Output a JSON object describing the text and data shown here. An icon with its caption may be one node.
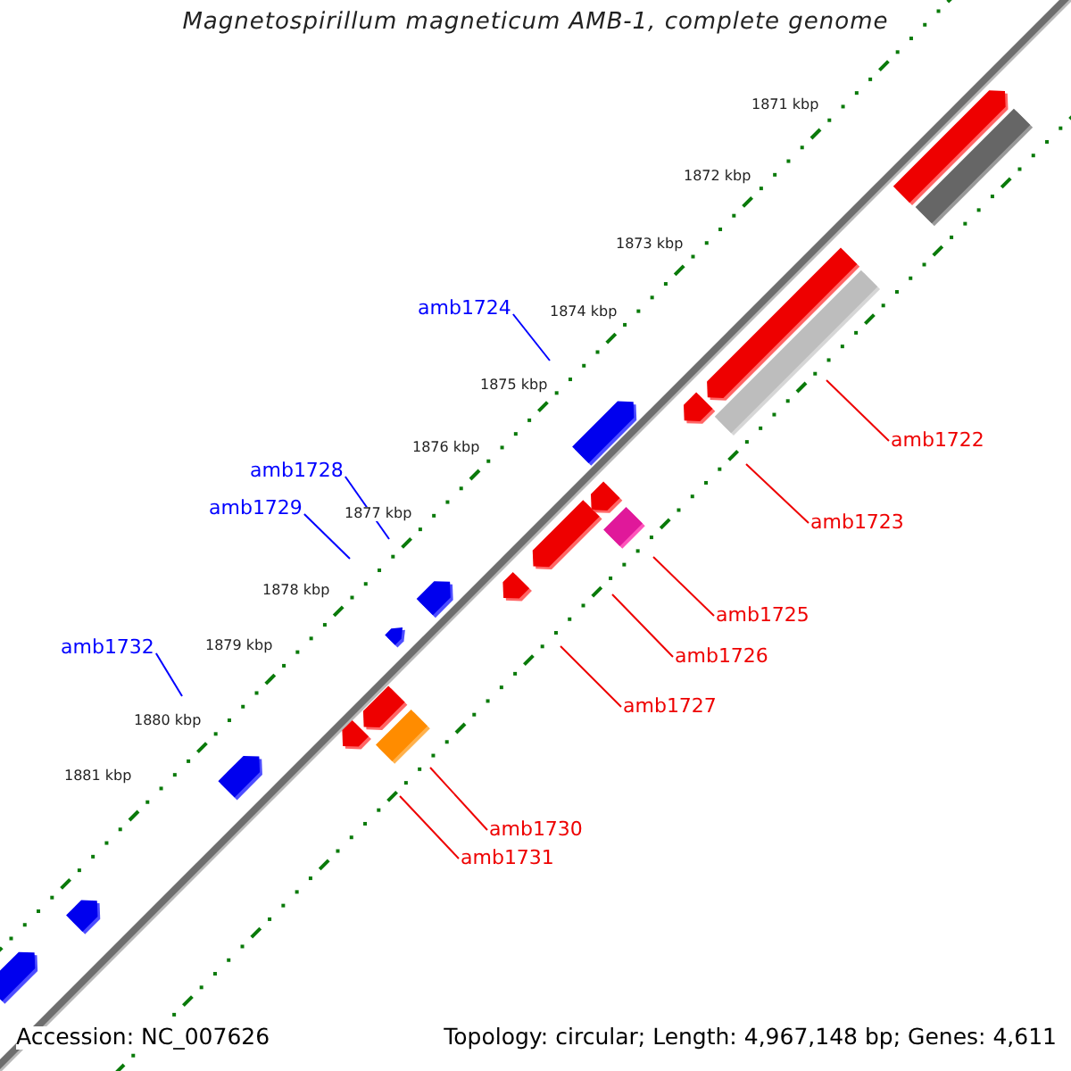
{
  "diagram": {
    "title": "Magnetospirillum magneticum AMB-1, complete genome",
    "nodes": [
      {
        "text": [
          "amb1724"
        ]
      },
      {
        "text": [
          "amb1728"
        ]
      },
      {
        "text": [
          "amb1729"
        ]
      },
      {
        "text": [
          "amb1732"
        ]
      },
      {
        "text": [
          "amb1722"
        ]
      },
      {
        "text": [
          "amb1723"
        ]
      },
      {
        "text": [
          "amb1725"
        ]
      },
      {
        "text": [
          "amb1726"
        ]
      },
      {
        "text": [
          "amb1727"
        ]
      },
      {
        "text": [
          "amb1730"
        ]
      },
      {
        "text": [
          "amb1731"
        ]
      }
    ],
    "edges": [
      {
        "from": 0,
        "to": null,
        "arrow": "none",
        "color": "#0000ff"
      },
      {
        "from": 1,
        "to": null,
        "arrow": "none",
        "color": "#0000ff"
      },
      {
        "from": 2,
        "to": null,
        "arrow": "none",
        "color": "#0000ff"
      },
      {
        "from": 3,
        "to": null,
        "arrow": "none",
        "color": "#0000ff"
      },
      {
        "from": 4,
        "to": null,
        "arrow": "none"
      },
      {
        "from": 5,
        "to": null,
        "arrow": "none"
      },
      {
        "from": 6,
        "to": null,
        "arrow": "none"
      },
      {
        "from": 7,
        "to": null,
        "arrow": "none"
      },
      {
        "from": 8,
        "to": null,
        "arrow": "none"
      },
      {
        "from": 9,
        "to": null,
        "arrow": "none"
      },
      {
        "from": 10,
        "to": null,
        "arrow": "none"
      }
    ],
    "labels": [
      "1871 kbp",
      "1872 kbp",
      "1873 kbp",
      "1874 kbp",
      "1875 kbp",
      "1876 kbp",
      "1877 kbp",
      "1878 kbp",
      "1879 kbp",
      "1880 kbp",
      "1881 kbp",
      "Accession: NC_007626",
      "Topology: circular; Length: 4,967,148 bp; Genes: 4,611"
    ]
  }
}
